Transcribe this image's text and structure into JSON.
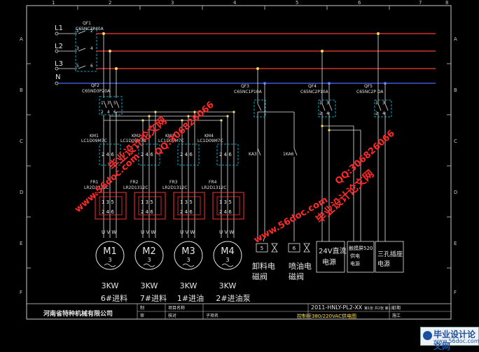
{
  "frame": {
    "col_numbers": [
      "1",
      "2",
      "3",
      "4",
      "5",
      "6",
      "7",
      "8"
    ],
    "row_letters": [
      "A",
      "B",
      "C",
      "D",
      "E",
      "F"
    ]
  },
  "bus": {
    "lines": [
      "L1",
      "L2",
      "L3",
      "N"
    ]
  },
  "breakers": {
    "qf1": {
      "tag": "QF1",
      "model": "C65NC3P40A"
    },
    "qf2": {
      "tag": "QF2",
      "model": "C65ND3P20A"
    },
    "qf3": {
      "tag": "QF3",
      "model": "C65NC1P10A"
    },
    "qf4": {
      "tag": "QF4",
      "model": "C65NC2P10A"
    },
    "qf5": {
      "tag": "QF5",
      "model": "C65NC2P DA"
    }
  },
  "contactors": [
    {
      "tag": "KM1",
      "model": "LC1D09M7C"
    },
    {
      "tag": "KM2",
      "model": "LC1D09M7C"
    },
    {
      "tag": "KM3",
      "model": "LC1D09M7C"
    },
    {
      "tag": "KM4",
      "model": "LC1D09M7C"
    }
  ],
  "relays": [
    {
      "tag": "FR1",
      "model": "LR2D1312C"
    },
    {
      "tag": "FR2",
      "model": "LR2D1312C"
    },
    {
      "tag": "FR3",
      "model": "LR2D1312C"
    },
    {
      "tag": "FR4",
      "model": "LR2D1312C"
    }
  ],
  "ka_contacts": [
    "KA3",
    "1KA6"
  ],
  "motors": [
    {
      "label": "M1",
      "phase": "3",
      "power": "3KW",
      "name": "6#进料"
    },
    {
      "label": "M2",
      "phase": "3",
      "power": "3KW",
      "name": "7#进料"
    },
    {
      "label": "M3",
      "phase": "3",
      "power": "3KW",
      "name": "1#进油"
    },
    {
      "label": "M4",
      "phase": "3",
      "power": "3KW",
      "name": "2#进油泵"
    }
  ],
  "loads": {
    "valve1": {
      "line1": "卸料电",
      "line2": "磁阀"
    },
    "valve2": {
      "line1": "喷油电",
      "line2": "磁阀"
    },
    "psu1": {
      "line1": "24V直流",
      "line2": "电源"
    },
    "psu2": {
      "line1": "触摸屏520",
      "line2": "供电",
      "line3": "电源"
    },
    "psu3": {
      "line1": "三孔插座",
      "line2": "电源"
    }
  },
  "title_block": {
    "company": "河南省特种机械有限公司",
    "drawing_no": "2011-HNLY-PL2-XX",
    "drawing_title": "控制柜380/220VAC供电图",
    "sheet": "第1张 共2张 第1页"
  },
  "watermarks": {
    "site": "www.56doc.com",
    "qq": "QQ:306826066",
    "brand": "毕业设计论文网"
  },
  "logo": {
    "name": "毕业设计论文网",
    "url": "www.56doc.com"
  },
  "colors": {
    "frame": "#c8c8c8",
    "bus": "#ff3b3b",
    "neutral": "#4a6bff",
    "wire": "#ffffff",
    "component": "#ff3030",
    "cyan": "#00d4ff",
    "label": "#e6e6e6",
    "watermark": "#ff2a2a"
  }
}
